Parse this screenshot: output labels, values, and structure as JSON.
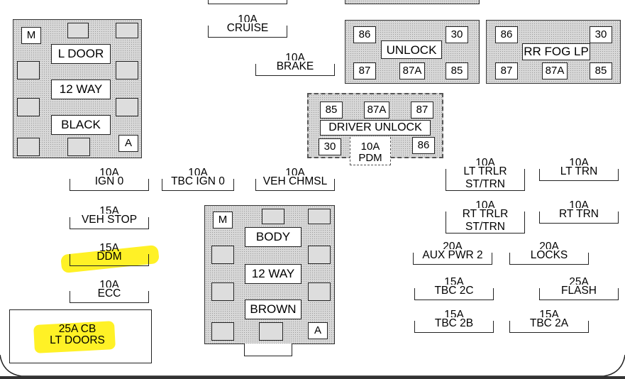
{
  "relay_lt": {
    "labels": [
      "L DOOR",
      "12 WAY",
      "BLACK"
    ],
    "pin_m": "M",
    "pin_a": "A"
  },
  "relay_center": {
    "labels": [
      "BODY",
      "12 WAY",
      "BROWN"
    ],
    "pin_m": "M",
    "pin_a": "A"
  },
  "relay_unlock": {
    "name": "UNLOCK",
    "pins": [
      "86",
      "30",
      "87",
      "87A",
      "85"
    ]
  },
  "relay_fog": {
    "name": "RR FOG LP",
    "pins": [
      "86",
      "30",
      "87",
      "87A",
      "85"
    ]
  },
  "relay_driver": {
    "name": "DRIVER UNLOCK",
    "pins": [
      "85",
      "87A",
      "87",
      "30",
      "86"
    ],
    "pdm_amp": "10A",
    "pdm_name": "PDM"
  },
  "fuses": {
    "cruise": {
      "amp": "10A",
      "name": "CRUISE"
    },
    "brake": {
      "amp": "10A",
      "name": "BRAKE"
    },
    "ign0": {
      "amp": "10A",
      "name": "IGN 0"
    },
    "tbc_ign0": {
      "amp": "10A",
      "name": "TBC IGN 0"
    },
    "veh_chmsl": {
      "amp": "10A",
      "name": "VEH CHMSL"
    },
    "veh_stop": {
      "amp": "15A",
      "name": "VEH STOP"
    },
    "ddm": {
      "amp": "15A",
      "name": "DDM"
    },
    "ecc": {
      "amp": "10A",
      "name": "ECC"
    },
    "lt_trlr": {
      "amp": "10A",
      "name": "LT TRLR",
      "name2": "ST/TRN"
    },
    "lt_trn": {
      "amp": "10A",
      "name": "LT TRN"
    },
    "rt_trlr": {
      "amp": "10A",
      "name": "RT TRLR",
      "name2": "ST/TRN"
    },
    "rt_trn": {
      "amp": "10A",
      "name": "RT TRN"
    },
    "aux_pwr2": {
      "amp": "20A",
      "name": "AUX PWR 2"
    },
    "locks": {
      "amp": "20A",
      "name": "LOCKS"
    },
    "tbc2c": {
      "amp": "15A",
      "name": "TBC 2C"
    },
    "flash": {
      "amp": "25A",
      "name": "FLASH"
    },
    "tbc2b": {
      "amp": "15A",
      "name": "TBC 2B"
    },
    "tbc2a": {
      "amp": "15A",
      "name": "TBC 2A"
    }
  },
  "circuit_breaker": {
    "line1": "25A CB",
    "line2": "LT DOORS"
  },
  "highlight_color": "#ffee00"
}
